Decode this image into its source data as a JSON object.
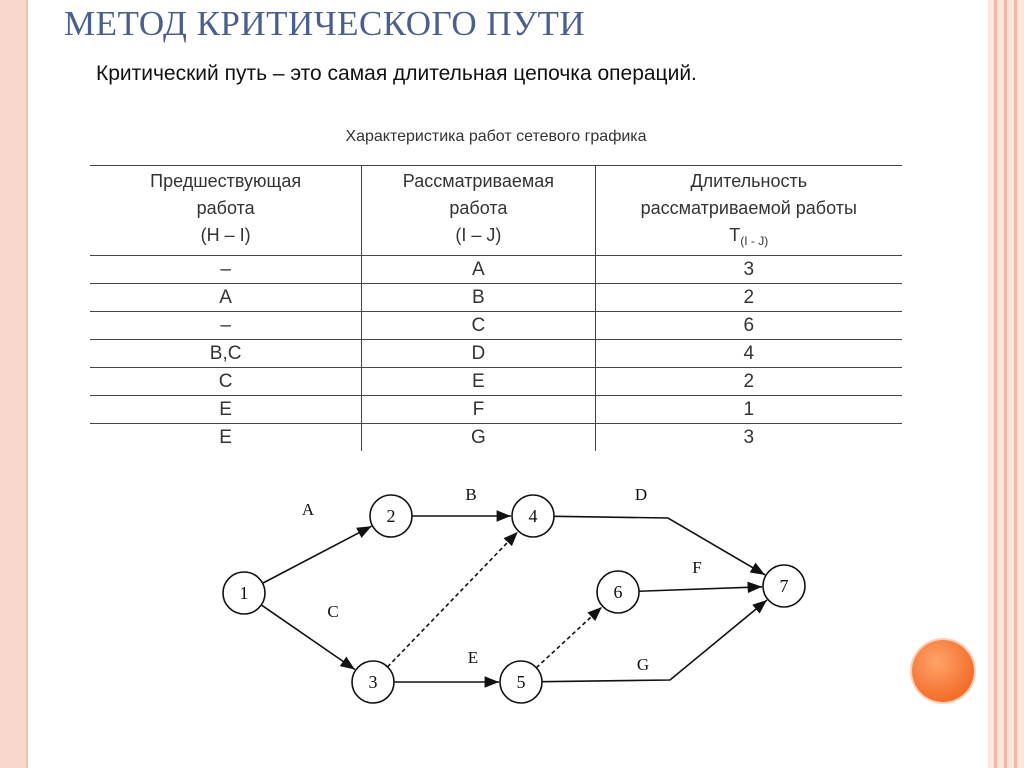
{
  "title": "МЕТОД КРИТИЧЕСКОГО ПУТИ",
  "subtitle": "Критический путь – это самая длительная цепочка операций.",
  "table": {
    "caption": "Характеристика работ сетевого графика",
    "headers": {
      "col1": [
        "Предшествующая",
        "работа",
        "(H – I)"
      ],
      "col2": [
        "Рассматриваемая",
        "работа",
        "(I – J)"
      ],
      "col3": [
        "Длительность",
        "рассматриваемой работы",
        "T",
        "(I - J)"
      ]
    },
    "rows": [
      [
        "–",
        "A",
        "3"
      ],
      [
        "A",
        "B",
        "2"
      ],
      [
        "–",
        "C",
        "6"
      ],
      [
        "B,C",
        "D",
        "4"
      ],
      [
        "C",
        "E",
        "2"
      ],
      [
        "E",
        "F",
        "1"
      ],
      [
        "E",
        "G",
        "3"
      ]
    ]
  },
  "graph": {
    "nodes": [
      "1",
      "2",
      "3",
      "4",
      "5",
      "6",
      "7"
    ],
    "edges": [
      {
        "label": "A",
        "from": "1",
        "to": "2",
        "dashed": false
      },
      {
        "label": "C",
        "from": "1",
        "to": "3",
        "dashed": false
      },
      {
        "label": "B",
        "from": "2",
        "to": "4",
        "dashed": false
      },
      {
        "label": "",
        "from": "3",
        "to": "4",
        "dashed": true
      },
      {
        "label": "E",
        "from": "3",
        "to": "5",
        "dashed": false
      },
      {
        "label": "D",
        "from": "4",
        "to": "7",
        "dashed": false
      },
      {
        "label": "",
        "from": "5",
        "to": "6",
        "dashed": true
      },
      {
        "label": "F",
        "from": "6",
        "to": "7",
        "dashed": false
      },
      {
        "label": "G",
        "from": "5",
        "to": "7",
        "dashed": false
      }
    ]
  },
  "colors": {
    "title": "#4a5f8c",
    "accent_dot": "#f46e2c",
    "border": "#f2b8a5"
  }
}
